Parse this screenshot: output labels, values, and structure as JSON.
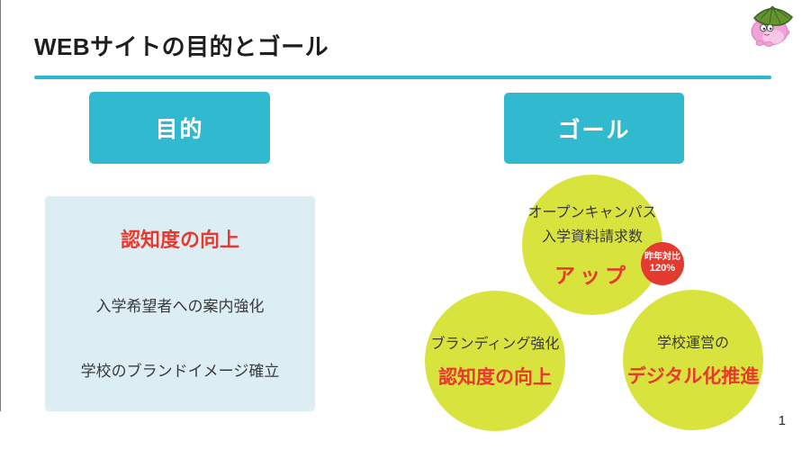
{
  "page": {
    "title": "WEBサイトの目的とゴール",
    "page_number": "1"
  },
  "colors": {
    "teal": "#31b9d0",
    "underline_teal": "#2db7d2",
    "panel_light_blue": "#dcedf4",
    "circle_yellow_green": "#d8e33e",
    "accent_red": "#e8392d",
    "badge_red": "#e33b30",
    "text_dark": "#3a3a3a"
  },
  "icons": {
    "mascot": "pink-pig-with-leaf-hat-logo"
  },
  "purpose": {
    "header": "目的",
    "items": [
      {
        "text": "認知度の向上",
        "emphasis": true
      },
      {
        "text": "入学希望者への案内強化",
        "emphasis": false
      },
      {
        "text": "学校のブランドイメージ確立",
        "emphasis": false
      }
    ]
  },
  "goal": {
    "header": "ゴール",
    "circles": [
      {
        "lines": [
          "オープンキャンパス",
          "入学資料請求数"
        ],
        "emphasis": "アップ",
        "badge": {
          "line1": "昨年対比",
          "line2": "120%"
        }
      },
      {
        "lines": [
          "ブランディング強化"
        ],
        "emphasis": "認知度の向上"
      },
      {
        "lines": [
          "学校運営の"
        ],
        "emphasis": "デジタル化推進"
      }
    ]
  }
}
